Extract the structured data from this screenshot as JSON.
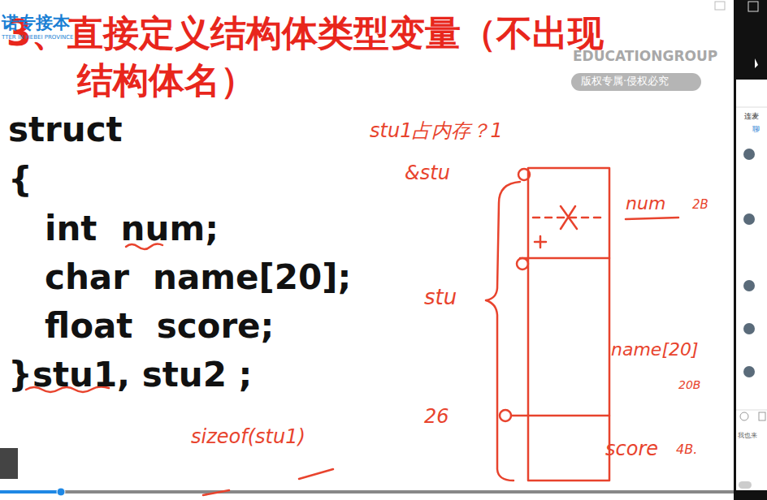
{
  "diagram": {
    "title": "3、直接定义结构体类型变量（不出现结构体名）",
    "labels": [
      "诺专接本",
      "TTER IN HEBEI PROVINCE",
      "EDUCATIONGROUP",
      "版权专属·侵权必究",
      "struct",
      "{",
      "int  num;",
      "char  name[20];",
      "float  score;",
      "}stu1, stu2 ;",
      "stu1占内存？1",
      "&stu",
      "num",
      "2B",
      "stu",
      "name[20]",
      "20B",
      "score",
      "4B.",
      "26",
      "sizeof(stu1)",
      "连麦",
      "聊",
      "我也来"
    ]
  }
}
